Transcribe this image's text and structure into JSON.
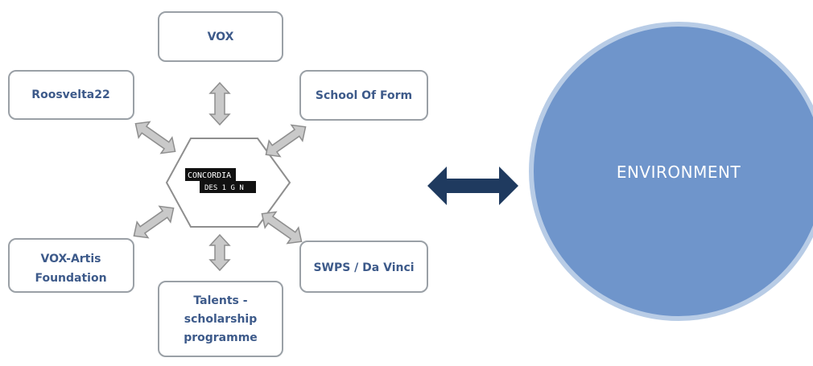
{
  "center": {
    "logo_line1": "CONCORDIA",
    "logo_line2": "DES 1 G N"
  },
  "nodes": {
    "vox": "VOX",
    "roosvelta22": "Roosvelta22",
    "school_of_form": "School Of Form",
    "vox_artis_line1": "VOX-Artis",
    "vox_artis_line2": "Foundation",
    "swps_da_vinci": "SWPS / Da Vinci",
    "talents_line1": "Talents -",
    "talents_line2": "scholarship",
    "talents_line3": "programme"
  },
  "environment": {
    "label": "ENVIRONMENT"
  },
  "colors": {
    "box_border": "#9aa0a6",
    "node_text": "#3d5a8a",
    "arrow_fill": "#c9c9c9",
    "arrow_stroke": "#8e8e8e",
    "big_arrow": "#1f3a5f",
    "environment_fill": "#6f95cb",
    "environment_ring": "#b8cce6"
  }
}
